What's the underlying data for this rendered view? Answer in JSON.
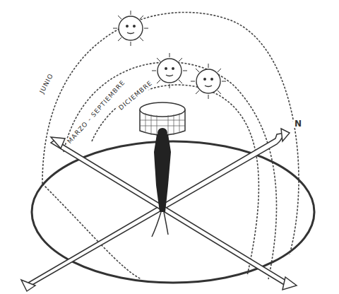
{
  "diagram": {
    "labels": [
      "JUNIO",
      "MARZO - SEPTIEMBRE",
      "DICIEMBRE",
      "N"
    ]
  }
}
